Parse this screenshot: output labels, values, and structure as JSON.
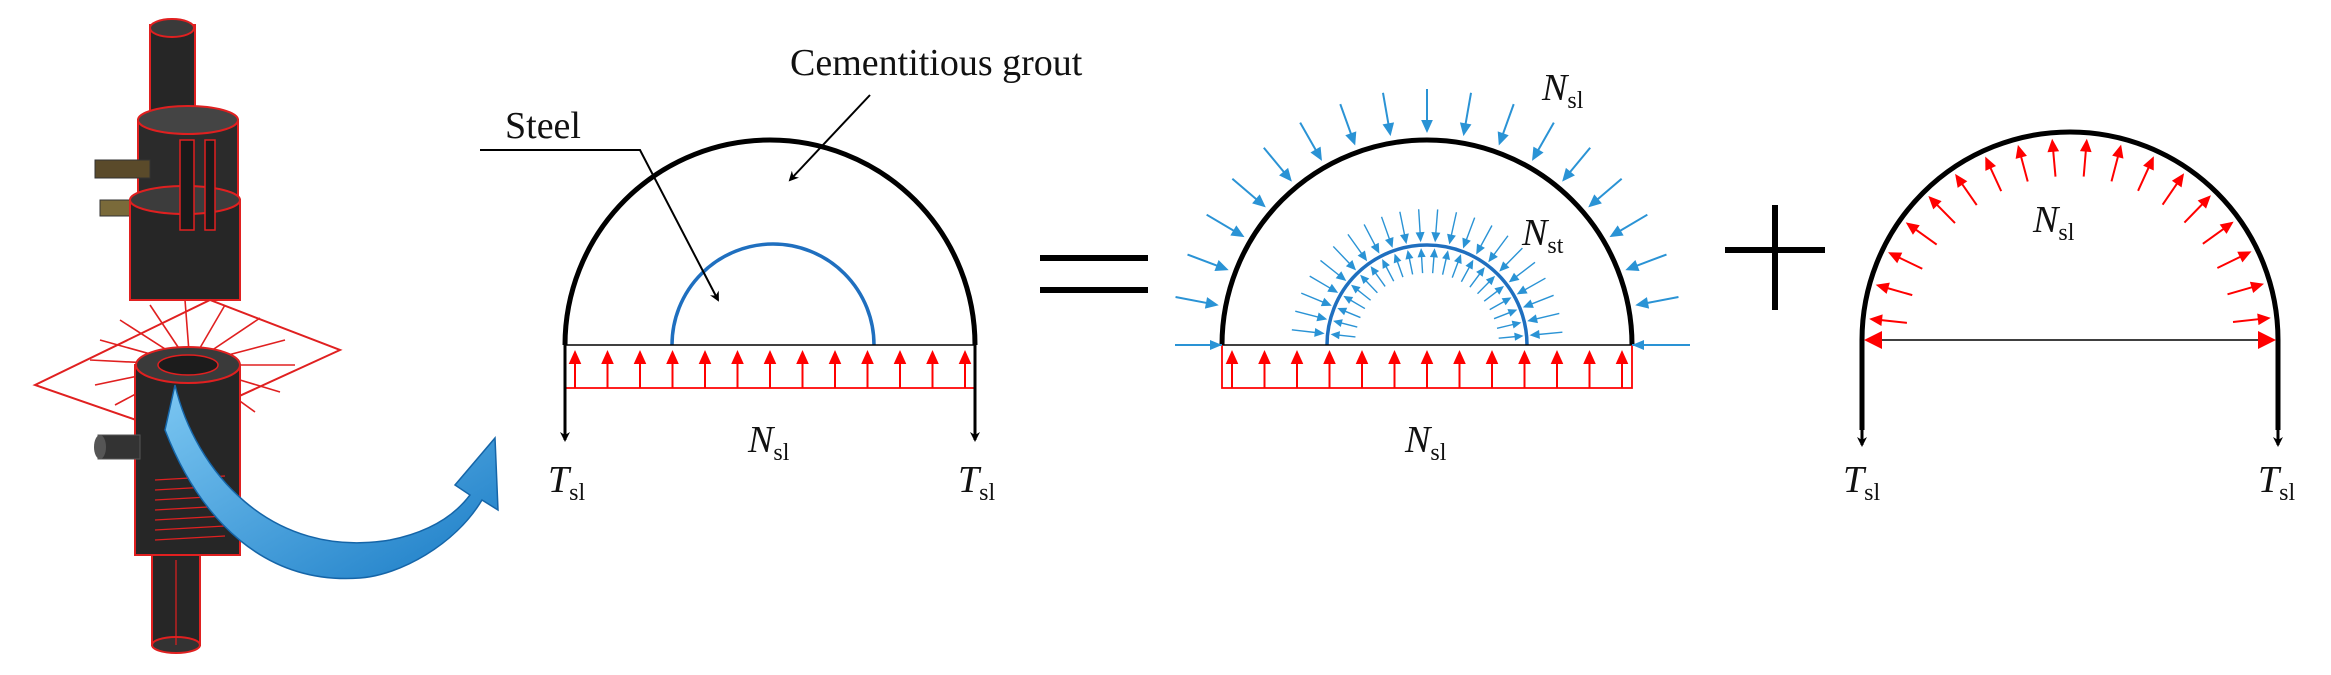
{
  "labels": {
    "grout": "Cementitious grout",
    "steel": "Steel",
    "N": "N",
    "T": "T",
    "sub_sl": "sl",
    "sub_st": "st"
  },
  "symbols": {
    "equals": "=",
    "plus": "+"
  },
  "colors": {
    "outline": "#000000",
    "inner_circle": "#1f6fbf",
    "external_pressure": "#2a93d5",
    "bottom_pressure": "#ff0000",
    "sleeve_fill": "#2b2b2b",
    "sleeve_highlight": "#e02020",
    "curved_arrow": "#1e90d6"
  }
}
